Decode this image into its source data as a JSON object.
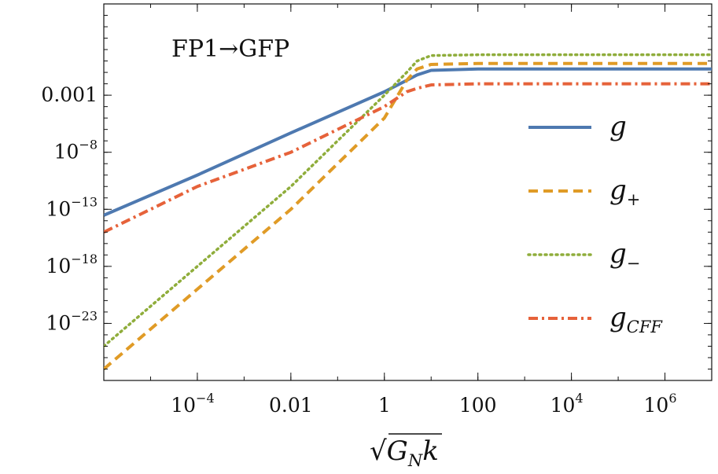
{
  "chart_data": {
    "type": "line",
    "title": "",
    "annotation": "FP1→GFP",
    "xlabel": "√G_N k",
    "ylabel": "",
    "x_scale": "log",
    "y_scale": "log",
    "xlim": [
      1e-06,
      10000000
    ],
    "ylim": [
      1e-28,
      100000.0
    ],
    "grid": false,
    "legend_position": "right",
    "x_ticks": [
      {
        "value": 0.0001,
        "base": "10",
        "exp": "−4"
      },
      {
        "value": 0.01,
        "base": "0.01",
        "exp": ""
      },
      {
        "value": 1,
        "base": "1",
        "exp": ""
      },
      {
        "value": 100,
        "base": "100",
        "exp": ""
      },
      {
        "value": 10000,
        "base": "10",
        "exp": "4"
      },
      {
        "value": 1000000,
        "base": "10",
        "exp": "6"
      }
    ],
    "y_ticks": [
      {
        "value": 0.001,
        "base": "0.001",
        "exp": ""
      },
      {
        "value": 1e-08,
        "base": "10",
        "exp": "−8"
      },
      {
        "value": 1e-13,
        "base": "10",
        "exp": "−13"
      },
      {
        "value": 1e-18,
        "base": "10",
        "exp": "−18"
      },
      {
        "value": 1e-23,
        "base": "10",
        "exp": "−23"
      }
    ],
    "series": [
      {
        "name": "g",
        "label_main": "g",
        "label_sub": "",
        "color": "#4e79b0",
        "dash": "solid",
        "points": [
          [
            1e-06,
            3e-14
          ],
          [
            0.0001,
            1e-10
          ],
          [
            0.01,
            5e-07
          ],
          [
            1,
            0.002
          ],
          [
            3,
            0.02
          ],
          [
            5,
            0.06
          ],
          [
            10,
            0.15
          ],
          [
            100,
            0.2
          ],
          [
            10000000,
            0.2
          ]
        ]
      },
      {
        "name": "g+",
        "label_main": "g",
        "label_sub": "+",
        "color": "#e09b26",
        "dash": "dashed",
        "points": [
          [
            1e-06,
            1e-27
          ],
          [
            0.0001,
            1e-20
          ],
          [
            0.01,
            1e-13
          ],
          [
            1,
            1e-05
          ],
          [
            3,
            0.02
          ],
          [
            5,
            0.2
          ],
          [
            10,
            0.5
          ],
          [
            100,
            0.6
          ],
          [
            10000000,
            0.6
          ]
        ]
      },
      {
        "name": "g−",
        "label_main": "g",
        "label_sub": "−",
        "color": "#8fad3b",
        "dash": "dotted",
        "points": [
          [
            1e-06,
            1e-25
          ],
          [
            0.0001,
            1e-18
          ],
          [
            0.01,
            1e-11
          ],
          [
            1,
            0.001
          ],
          [
            3,
            0.1
          ],
          [
            5,
            1
          ],
          [
            10,
            3
          ],
          [
            100,
            3.5
          ],
          [
            10000000,
            3.5
          ]
        ]
      },
      {
        "name": "gCFF",
        "label_main": "g",
        "label_sub": "CFF",
        "color": "#e6623a",
        "dash": "dashdot",
        "points": [
          [
            1e-06,
            1e-15
          ],
          [
            0.0001,
            1e-11
          ],
          [
            0.01,
            1e-08
          ],
          [
            1,
            0.0001
          ],
          [
            3,
            0.002
          ],
          [
            5,
            0.004
          ],
          [
            10,
            0.008
          ],
          [
            100,
            0.01
          ],
          [
            10000000,
            0.01
          ]
        ]
      }
    ]
  }
}
